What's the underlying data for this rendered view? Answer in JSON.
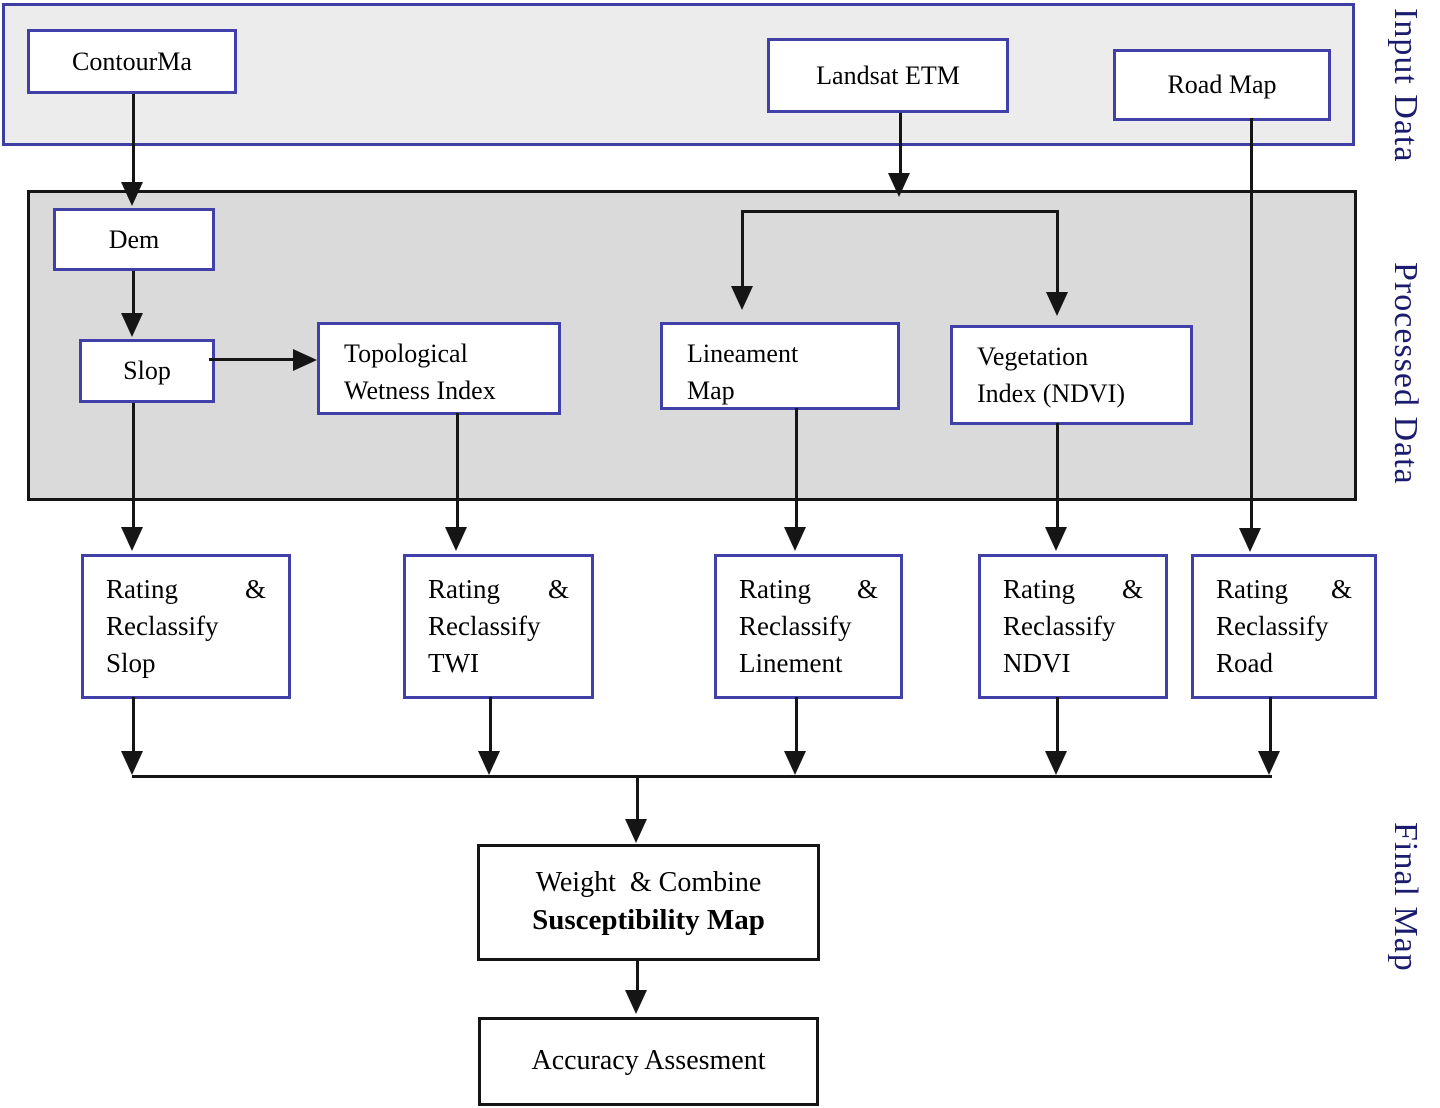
{
  "sections": {
    "input_label": "Input Data",
    "processed_label": "Processed Data",
    "final_label": "Final Map"
  },
  "nodes": {
    "contour": "ContourMa",
    "landsat": "Landsat ETM",
    "road": "Road Map",
    "dem": "Dem",
    "slop": "Slop",
    "twi": [
      "Topological",
      "Wetness Index"
    ],
    "lineament": [
      "Lineament",
      "Map"
    ],
    "ndvi": [
      "Vegetation",
      "Index (NDVI)"
    ],
    "rating_slop": [
      "Rating",
      "&",
      "Reclassify",
      "Slop"
    ],
    "rating_twi": [
      "Rating",
      "&",
      "Reclassify",
      "TWI"
    ],
    "rating_lineament": [
      "Rating",
      "&",
      "Reclassify",
      "Linement"
    ],
    "rating_ndvi": [
      "Rating",
      "&",
      "Reclassify",
      "NDVI"
    ],
    "rating_road": [
      "Rating",
      "&",
      "Reclassify",
      "Road"
    ],
    "weight_line1": "Weight  & Combine",
    "weight_line2": "Susceptibility Map",
    "accuracy": "Accuracy Assesment"
  },
  "colors": {
    "box_border_blue": "#4040a8",
    "container_border_blue": "#3d3da2",
    "input_fill": "#ececec",
    "processed_fill": "#dadada",
    "line_black": "#151515",
    "side_label_text": "#1c1c6e"
  }
}
